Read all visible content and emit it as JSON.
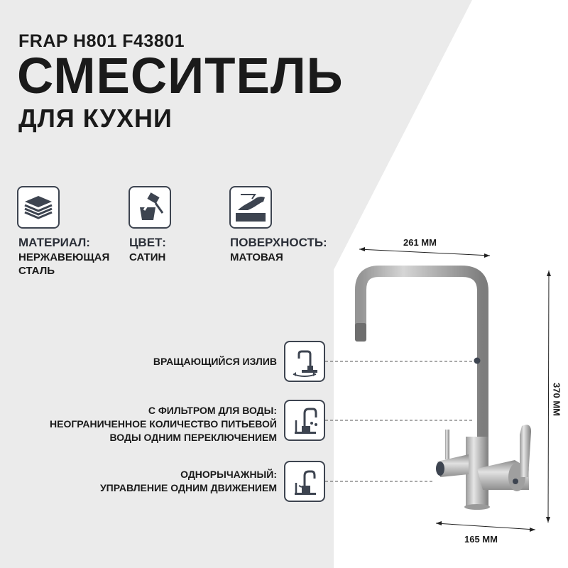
{
  "header": {
    "brand_model": "FRAP H801 F43801",
    "title": "СМЕСИТЕЛЬ",
    "subtitle": "ДЛЯ КУХНИ"
  },
  "features": [
    {
      "icon": "material-layers-icon",
      "label": "МАТЕРИАЛ:",
      "value_lines": [
        "НЕРЖАВЕЮЩАЯ",
        "СТАЛЬ"
      ]
    },
    {
      "icon": "paint-bucket-icon",
      "label": "ЦВЕТ:",
      "value_lines": [
        "САТИН"
      ]
    },
    {
      "icon": "surface-hand-icon",
      "label": "ПОВЕРХНОСТЬ:",
      "value_lines": [
        "МАТОВАЯ"
      ]
    }
  ],
  "dimensions": {
    "spout_reach": "261 ММ",
    "height": "370 ММ",
    "base": "165 ММ"
  },
  "callouts": [
    {
      "icon": "rotating-spout-icon",
      "lines": [
        "ВРАЩАЮЩИЙСЯ ИЗЛИВ"
      ]
    },
    {
      "icon": "filter-faucet-icon",
      "lines": [
        "С ФИЛЬТРОМ ДЛЯ ВОДЫ:",
        "НЕОГРАНИЧЕННОЕ КОЛИЧЕСТВО ПИТЬЕВОЙ",
        "ВОДЫ ОДНИМ ПЕРЕКЛЮЧЕНИЕМ"
      ]
    },
    {
      "icon": "single-lever-icon",
      "lines": [
        "ОДНОРЫЧАЖНЫЙ:",
        "УПРАВЛЕНИЕ ОДНИМ ДВИЖЕНИЕМ"
      ]
    }
  ],
  "colors": {
    "background": "#ebebeb",
    "panel": "#ffffff",
    "text": "#1a1a1a",
    "icon_stroke": "#3d4450"
  }
}
